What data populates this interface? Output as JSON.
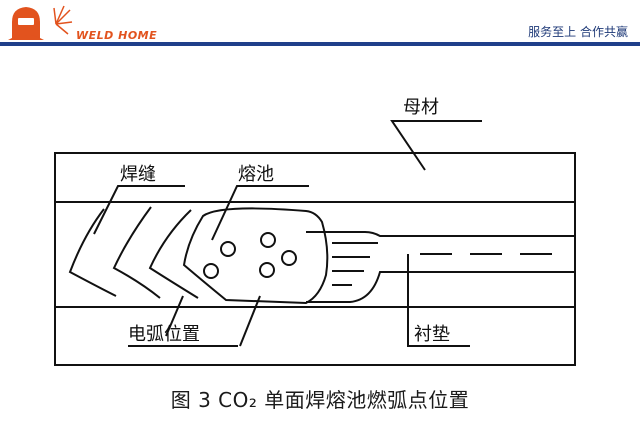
{
  "header": {
    "logo_text": "WELD HOME",
    "slogan": "服务至上 合作共赢",
    "brand_color": "#e2531e",
    "rule_color": "#1f3f8a"
  },
  "diagram": {
    "labels": {
      "base_metal": "母材",
      "weld_seam": "焊缝",
      "molten_pool": "熔池",
      "arc_position": "电弧位置",
      "backing": "衬垫"
    }
  },
  "caption": "图 3 CO₂ 单面焊熔池燃弧点位置"
}
